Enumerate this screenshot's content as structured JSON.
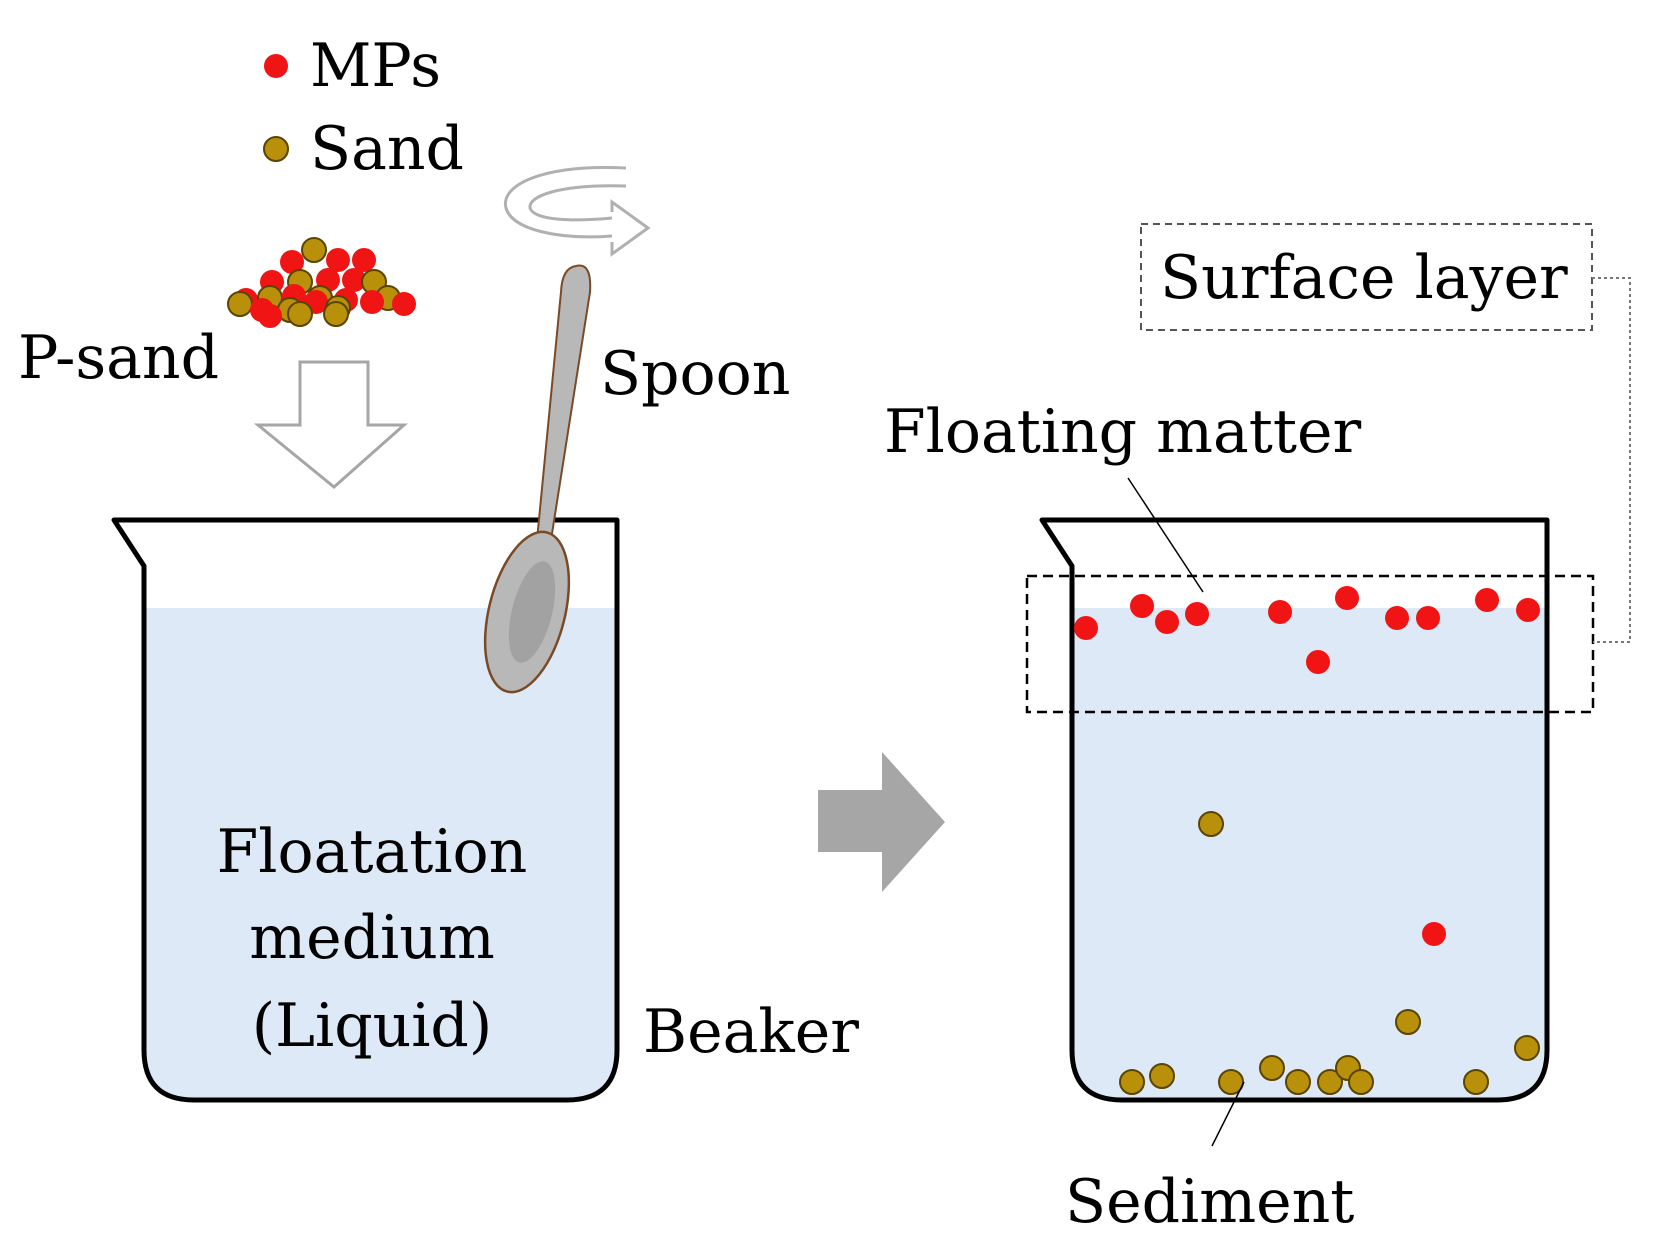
{
  "legend": {
    "mps_label": "MPs",
    "sand_label": "Sand"
  },
  "labels": {
    "p_sand": "P-sand",
    "spoon": "Spoon",
    "medium_line1": "Floatation",
    "medium_line2": "medium",
    "medium_line3": "(Liquid)",
    "beaker": "Beaker",
    "surface_layer": "Surface layer",
    "floating_matter": "Floating matter",
    "sediment": "Sediment"
  },
  "colors": {
    "mp": "#f01414",
    "sand": "#b8900a",
    "sand_stroke": "#5a4400",
    "liquid": "#dde9f6",
    "outline": "#000000",
    "arrow_gray": "#a6a6a6",
    "spoon": "#b8b8b8",
    "spoon_stroke": "#7a4a26"
  }
}
